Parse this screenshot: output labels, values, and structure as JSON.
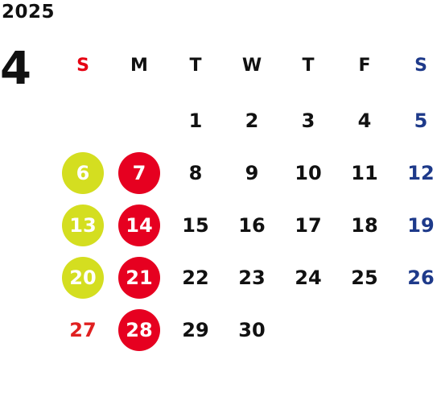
{
  "calendar": {
    "year": "2025",
    "month": "4",
    "weekdays": [
      {
        "label": "S",
        "color": "#e60012"
      },
      {
        "label": "M",
        "color": "#111111"
      },
      {
        "label": "T",
        "color": "#111111"
      },
      {
        "label": "W",
        "color": "#111111"
      },
      {
        "label": "T",
        "color": "#111111"
      },
      {
        "label": "F",
        "color": "#111111"
      },
      {
        "label": "S",
        "color": "#1e3a8a"
      }
    ],
    "weeks": [
      [
        null,
        null,
        {
          "d": "1"
        },
        {
          "d": "2"
        },
        {
          "d": "3"
        },
        {
          "d": "4"
        },
        {
          "d": "5",
          "color": "#1e3a8a"
        }
      ],
      [
        {
          "d": "6",
          "bg": "#d4de20",
          "color": "#ffffff"
        },
        {
          "d": "7",
          "bg": "#e60020",
          "color": "#ffffff"
        },
        {
          "d": "8"
        },
        {
          "d": "9"
        },
        {
          "d": "10"
        },
        {
          "d": "11"
        },
        {
          "d": "12",
          "color": "#1e3a8a"
        }
      ],
      [
        {
          "d": "13",
          "bg": "#d4de20",
          "color": "#ffffff"
        },
        {
          "d": "14",
          "bg": "#e60020",
          "color": "#ffffff"
        },
        {
          "d": "15"
        },
        {
          "d": "16"
        },
        {
          "d": "17"
        },
        {
          "d": "18"
        },
        {
          "d": "19",
          "color": "#1e3a8a"
        }
      ],
      [
        {
          "d": "20",
          "bg": "#d4de20",
          "color": "#ffffff"
        },
        {
          "d": "21",
          "bg": "#e60020",
          "color": "#ffffff"
        },
        {
          "d": "22"
        },
        {
          "d": "23"
        },
        {
          "d": "24"
        },
        {
          "d": "25"
        },
        {
          "d": "26",
          "color": "#1e3a8a"
        }
      ],
      [
        {
          "d": "27",
          "color": "#e02020"
        },
        {
          "d": "28",
          "bg": "#e60020",
          "color": "#ffffff"
        },
        {
          "d": "29"
        },
        {
          "d": "30"
        },
        null,
        null,
        null
      ]
    ]
  }
}
